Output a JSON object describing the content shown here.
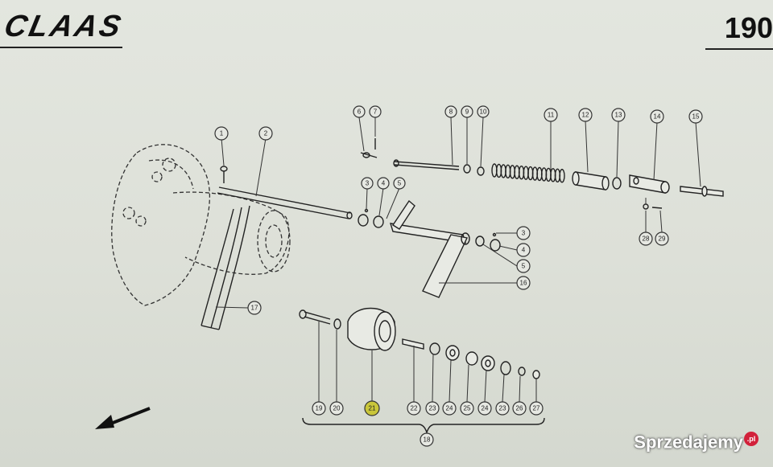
{
  "header": {
    "brand": "CLAAS",
    "page_number": "190"
  },
  "callouts": {
    "c1": "1",
    "c2": "2",
    "c3a": "3",
    "c4a": "4",
    "c5a": "5",
    "c6": "6",
    "c7": "7",
    "c8": "8",
    "c9": "9",
    "c10": "10",
    "c11": "11",
    "c12": "12",
    "c13": "13",
    "c14": "14",
    "c15": "15",
    "c3b": "3",
    "c4b": "4",
    "c5b": "5",
    "c16": "16",
    "c17": "17",
    "c28": "28",
    "c29": "29",
    "c19": "19",
    "c20": "20",
    "c21": "21",
    "c22": "22",
    "c23a": "23",
    "c24a": "24",
    "c25": "25",
    "c24b": "24",
    "c23b": "23",
    "c26": "26",
    "c27": "27",
    "c18": "18"
  },
  "watermark": {
    "text": "Sprzedajemy",
    "suffix": ".pl"
  }
}
